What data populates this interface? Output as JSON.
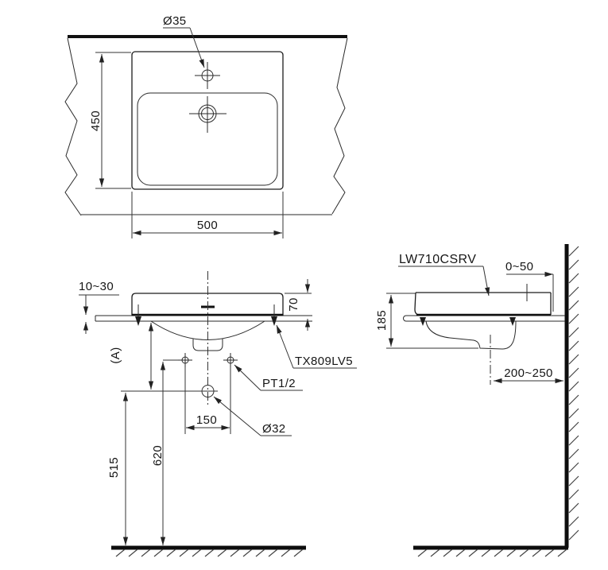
{
  "drawing": {
    "top_view": {
      "faucet_hole_diameter": "Ø35",
      "depth": "450",
      "width": "500"
    },
    "front_view": {
      "counter_thickness_range": "10~30",
      "rim_height": "70",
      "reference_dim": "(A)",
      "fixing_bolt_model": "TX809LV5",
      "supply_connection": "PT1/2",
      "hole_spacing": "150",
      "drain_diameter": "Ø32",
      "supply_height_from_floor": "620",
      "drain_height_from_floor": "515"
    },
    "side_view": {
      "model_number": "LW710CSRV",
      "rear_edge_to_wall": "0~50",
      "basin_height": "185",
      "drain_center_to_wall": "200~250"
    },
    "colors": {
      "line": "#222222",
      "thick_line": "#111111",
      "background": "#ffffff"
    }
  }
}
